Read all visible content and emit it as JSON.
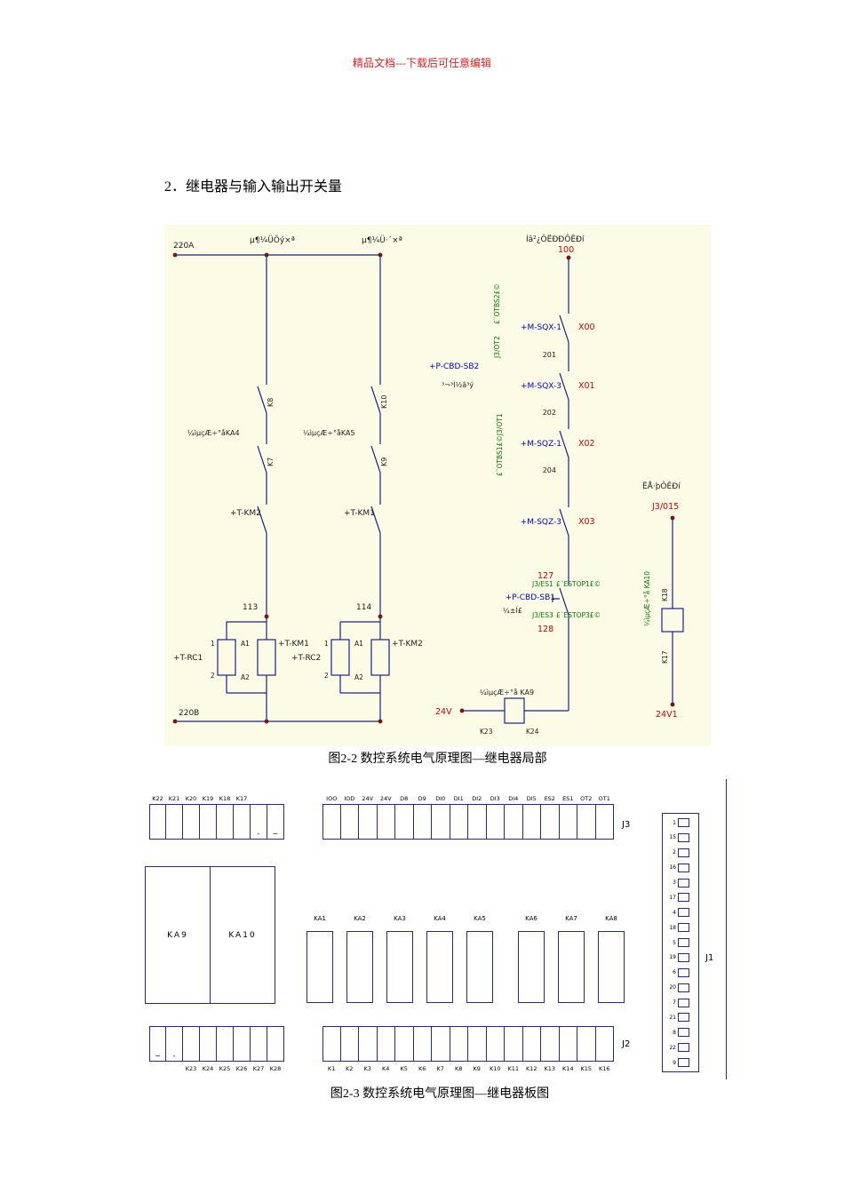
{
  "page": {
    "header_note": "精品文档---下载后可任意编辑",
    "section_title": "2．继电器与输入输出开关量",
    "fig2_2_caption": "图2-2  数控系统电气原理图—继电器局部",
    "fig2_3_caption": "图2-3  数控系统电气原理图—继电器板图"
  },
  "colors": {
    "wire": "#1d1d96",
    "junction_dot": "#7a1515",
    "red_label": "#cc0000",
    "green_label": "#007a00",
    "blue_label": "#0000cc",
    "schematic_bg": "#fcfce6"
  },
  "schematic": {
    "bus_top": "220A",
    "bus_bottom": "220B",
    "branch1": {
      "top_label": "µ¶¼ÜÕý×ª",
      "contact1": "K8",
      "contact2": "K7",
      "relay_note": "¼ìµçÆ÷°åKA4",
      "contactor_contact": "+T-KM2",
      "node": "113",
      "rc_label": "+T-RC1",
      "rc_t1": "1",
      "rc_t2": "2",
      "coil_label": "+T-KM1",
      "coil_t1": "A1",
      "coil_t2": "A2"
    },
    "branch2": {
      "top_label": "µ¶¼Ü·´×ª",
      "contact1": "K10",
      "contact2": "K9",
      "relay_note": "¼ìµçÆ÷°åKA5",
      "contactor_contact": "+T-KM1",
      "node": "114",
      "rc_label": "+T-RC2",
      "rc_t1": "1",
      "rc_t2": "2",
      "coil_label": "+T-KM2",
      "coil_t1": "A1",
      "coil_t2": "A2"
    },
    "chain": {
      "title": "Íâ²¿ÖËÐÐÔÊÐí",
      "node_100": "100",
      "ot2_tag1": "£¨OTBS2£©",
      "ot2_tag2": "J3/OT2",
      "sw1": "+M-SQX-1",
      "sw1_x": "X00",
      "node_201": "201",
      "sb2": "+P-CBD-SB2",
      "sb2_cn": "³¬³Ì½â³ý",
      "sw2": "+M-SQX-3",
      "sw2_x": "X01",
      "node_202": "202",
      "ot1_tag": "£¨OTBS1£©J3/OT1",
      "sw3": "+M-SQZ-1",
      "sw3_x": "X02",
      "node_204": "204",
      "sw4": "+M-SQZ-3",
      "sw4_x": "X03",
      "node_127": "127",
      "es1_tag1": "J3/ES1",
      "es1_tag2": "£¨ESTOP1£©",
      "sb1": "+P-CBD-SB1",
      "sb1_cn": "¼±Í£",
      "es3_tag1": "J3/ES3",
      "es3_tag2": "£¨ESTOP3£©",
      "node_128": "128",
      "ka9_note": "¼ìµçÆ÷°å KA9",
      "v24": "24V",
      "k23": "K23",
      "k24": "K24"
    },
    "servo": {
      "title": "ËÅ·þÔÊÐí",
      "tag": "J3/015",
      "ka10_note": "¼ìµçÆ÷°å KA10",
      "k18": "K18",
      "k17": "K17",
      "v24_1": "24V1"
    }
  },
  "board": {
    "top_left_cells": [
      {
        "label": "K22"
      },
      {
        "label": "K21"
      },
      {
        "label": "K20"
      },
      {
        "label": "K19"
      },
      {
        "label": "K18"
      },
      {
        "label": "K17"
      },
      {
        "mark": "-"
      },
      {
        "mark": "~"
      }
    ],
    "j3": {
      "label": "J3",
      "pins": [
        "IOO",
        "IOD",
        "24V",
        "24V",
        "D8",
        "D9",
        "DI0",
        "DI1",
        "DI2",
        "DI3",
        "DI4",
        "DI5",
        "ES2",
        "ES1",
        "OT2",
        "OT1"
      ]
    },
    "big_relays": [
      "KA9",
      "KA10"
    ],
    "mid_relays": [
      "KA1",
      "KA2",
      "KA3",
      "KA4",
      "KA5",
      "KA6",
      "KA7",
      "KA8"
    ],
    "j1": {
      "label": "J1",
      "pins": [
        "1",
        "15",
        "2",
        "16",
        "3",
        "17",
        "4",
        "18",
        "5",
        "19",
        "6",
        "20",
        "7",
        "21",
        "8",
        "22",
        "9"
      ]
    },
    "bottom_left_cells": [
      {
        "mark": "~"
      },
      {
        "mark": "-"
      },
      {
        "label": "K23"
      },
      {
        "label": "K24"
      },
      {
        "label": "K25"
      },
      {
        "label": "K26"
      },
      {
        "label": "K27"
      },
      {
        "label": "K28"
      }
    ],
    "j2": {
      "label": "J2",
      "pins": [
        "K1",
        "K2",
        "K3",
        "K4",
        "K5",
        "K6",
        "K7",
        "K8",
        "K9",
        "K10",
        "K11",
        "K12",
        "K13",
        "K14",
        "K15",
        "K16"
      ]
    }
  }
}
